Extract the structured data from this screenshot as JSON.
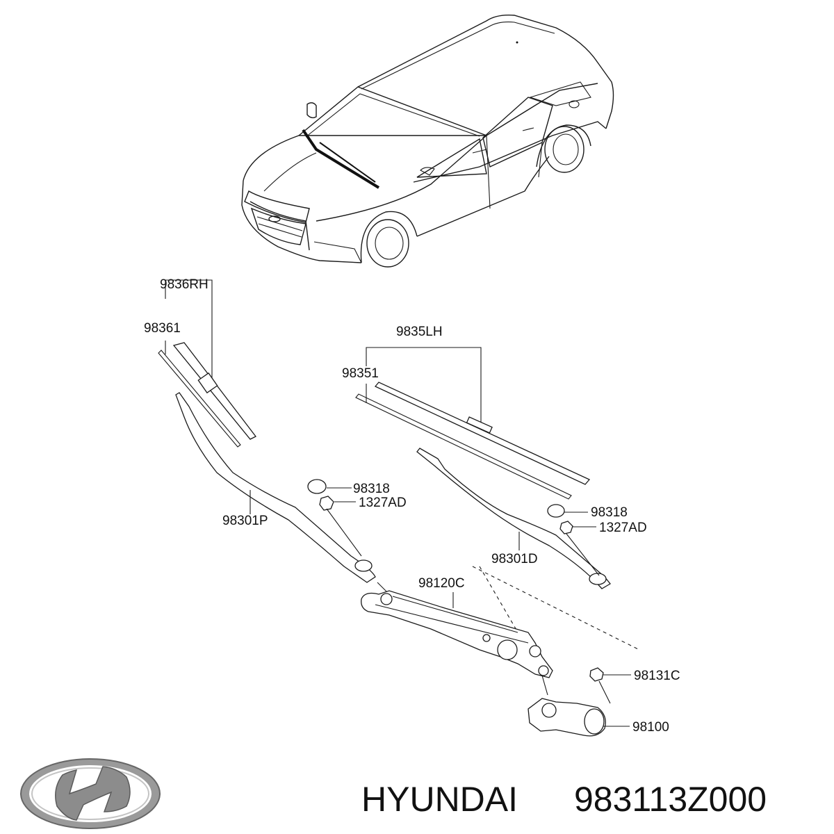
{
  "labels": {
    "rh_set": "9836RH",
    "rh_blade": "98361",
    "lh_set": "9835LH",
    "lh_blade": "98351",
    "cap_left": "98318",
    "nut_left": "1327AD",
    "arm_rh": "98301P",
    "cap_right": "98318",
    "nut_right": "1327AD",
    "arm_lh": "98301D",
    "linkage": "98120C",
    "bolt": "98131C",
    "motor": "98100"
  },
  "footer": {
    "brand": "HYUNDAI",
    "part_number": "983113Z000"
  }
}
